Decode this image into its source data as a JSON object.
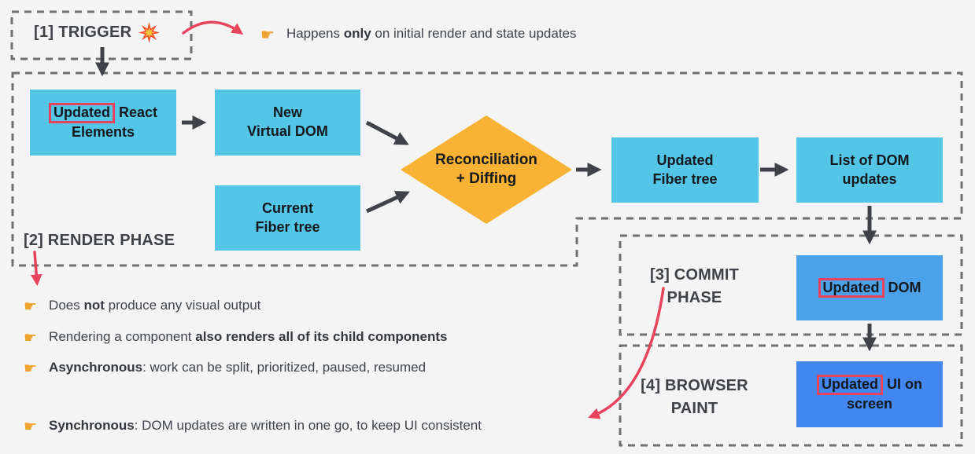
{
  "title_note": "React render flow diagram",
  "trigger": {
    "label": "[1] TRIGGER",
    "icon": "explosion-icon"
  },
  "trigger_note": {
    "pre": "Happens ",
    "bold": "only",
    "post": " on initial render and state updates"
  },
  "phases": {
    "render": {
      "label": "[2] RENDER PHASE"
    },
    "commit": {
      "label": "[3] COMMIT\nPHASE"
    },
    "paint": {
      "label": "[4] BROWSER\nPAINT"
    }
  },
  "flow": {
    "updated_react": {
      "highlight": "Updated",
      "rest1": " React",
      "line2": "Elements"
    },
    "new_virtual_dom": {
      "label": "New\nVirtual DOM"
    },
    "current_fiber": {
      "label": "Current\nFiber tree"
    },
    "reconciliation": {
      "label": "Reconciliation\n+ Diffing"
    },
    "updated_fiber": {
      "label": "Updated\nFiber tree"
    },
    "dom_updates": {
      "label": "List of DOM\nupdates"
    },
    "updated_dom": {
      "highlight": "Updated",
      "rest": " DOM"
    },
    "updated_ui": {
      "highlight": "Updated",
      "rest1": " UI on",
      "line2": "screen"
    }
  },
  "bullets": [
    {
      "pre": "Does ",
      "bold": "not",
      "post": " produce any visual output"
    },
    {
      "pre": "Rendering a component ",
      "bold": "also renders all of its child components",
      "post": ""
    },
    {
      "pre": "",
      "bold": "Asynchronous",
      "post": ": work can be split, prioritized, paused, resumed"
    },
    {
      "pre": "",
      "bold": "Synchronous",
      "post": ": DOM updates are written in one go, to keep UI consistent"
    }
  ],
  "icons": {
    "pointer_glyph": "☛",
    "pointer_name": "pointing-finger-icon",
    "trigger_icon_name": "explosion-icon"
  },
  "colors": {
    "background": "#f4f4f5",
    "node_cyan": "#53c6e7",
    "node_orange": "#f9b234",
    "node_blue_medium": "#4ba2ea",
    "node_blue_bright": "#4287ef",
    "highlight_outline": "#e8435c",
    "pink_arrow": "#e8435c",
    "black_arrow": "#3f4347",
    "dashed_border": "#6f6f6f",
    "text_dark": "#15181c",
    "text_gray": "#3f4348"
  }
}
